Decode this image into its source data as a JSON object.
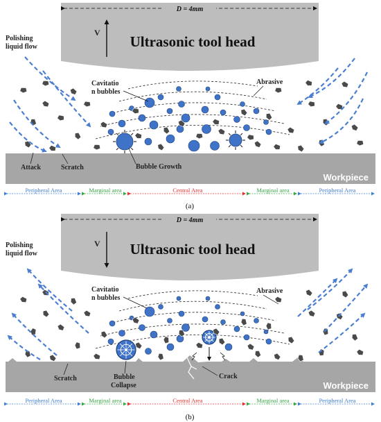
{
  "colors": {
    "tool": "#bdbdbd",
    "workpiece": "#a6a6a6",
    "bubble": "#3e73c8",
    "flow": "#4b7ed1",
    "peripheral": "#3f7fd0",
    "marginal": "#3aa547",
    "central": "#e03131",
    "abrasive": "#4a4a4a"
  },
  "panels": [
    {
      "id": "a",
      "caption": "(a)",
      "dimension": "D = 4mm",
      "velocity": "V",
      "velocity_direction": "up",
      "tool_label": "Ultrasonic tool head",
      "workpiece_label": "Workpiece",
      "flow_direction": "inward",
      "labels": {
        "flow": [
          "Polishing",
          "liquid flow"
        ],
        "cavitation": [
          "Cavitatio",
          "n bubbles"
        ],
        "abrasive": "Abrasive",
        "attack": "Attack",
        "scratch": "Scratch",
        "event": "Bubble Growth"
      },
      "areas": [
        "Peripheral Area",
        "Marginal area",
        "Central Area",
        "Marginal area",
        "Peripheral Area"
      ]
    },
    {
      "id": "b",
      "caption": "(b)",
      "dimension": "D = 4mm",
      "velocity": "V",
      "velocity_direction": "down",
      "tool_label": "Ultrasonic tool head",
      "workpiece_label": "Workpiece",
      "flow_direction": "outward",
      "labels": {
        "flow": [
          "Polishing",
          "liquid flow"
        ],
        "cavitation": [
          "Cavitatio",
          "n bubbles"
        ],
        "abrasive": "Abrasive",
        "scratch": "Scratch",
        "event": [
          "Bubble",
          "Collapse"
        ],
        "crack": "Crack"
      },
      "areas": [
        "Peripheral Area",
        "Marginal area",
        "Central Area",
        "Marginal area",
        "Peripheral Area"
      ]
    }
  ]
}
